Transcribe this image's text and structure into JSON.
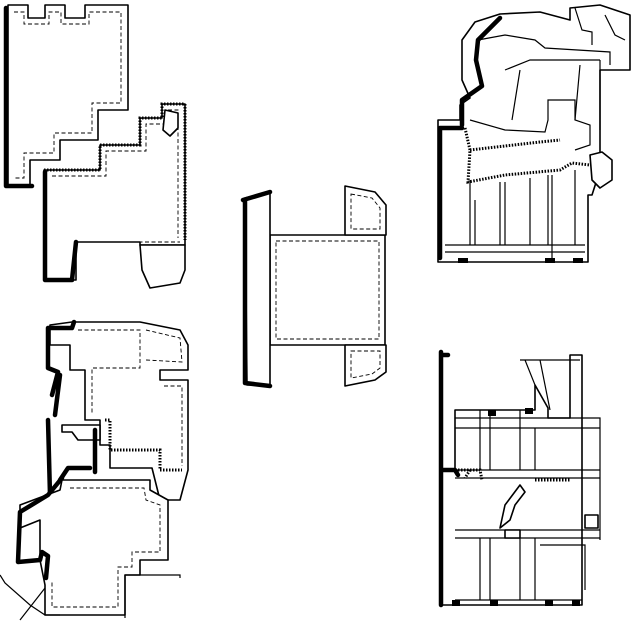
{
  "colors": {
    "stroke": "#000000",
    "background": "#ffffff"
  },
  "icons": [
    "window-profile-section-top-left",
    "window-profile-section-bottom-left",
    "coupling-profile-section-center",
    "window-profile-section-top-right",
    "window-profile-section-bottom-right"
  ]
}
